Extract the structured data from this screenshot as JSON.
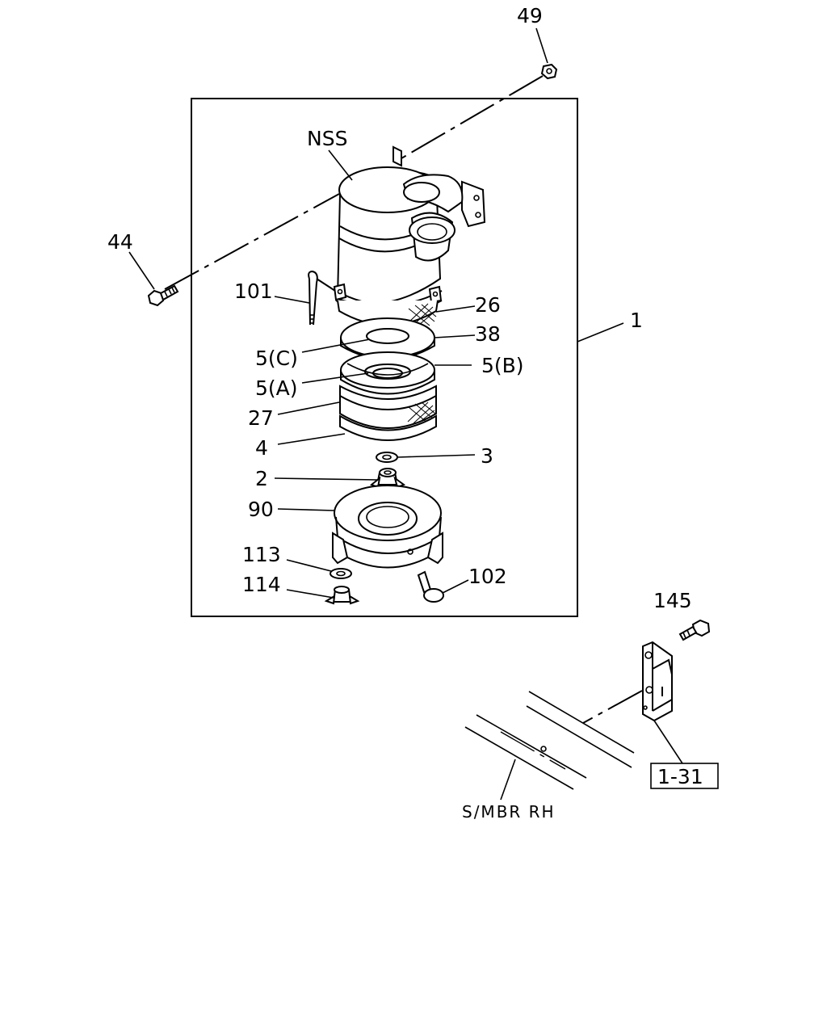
{
  "callouts": {
    "c49": "49",
    "nss": "NSS",
    "c44": "44",
    "c101": "101",
    "c26": "26",
    "c38": "38",
    "c1": "1",
    "c5c": "5(C)",
    "c5b": "5(B)",
    "c5a": "5(A)",
    "c27": "27",
    "c4": "4",
    "c3": "3",
    "c2": "2",
    "c90": "90",
    "c113": "113",
    "c114": "114",
    "c102": "102",
    "c145": "145",
    "ref": "1-31",
    "frame": "S/MBR RH"
  }
}
